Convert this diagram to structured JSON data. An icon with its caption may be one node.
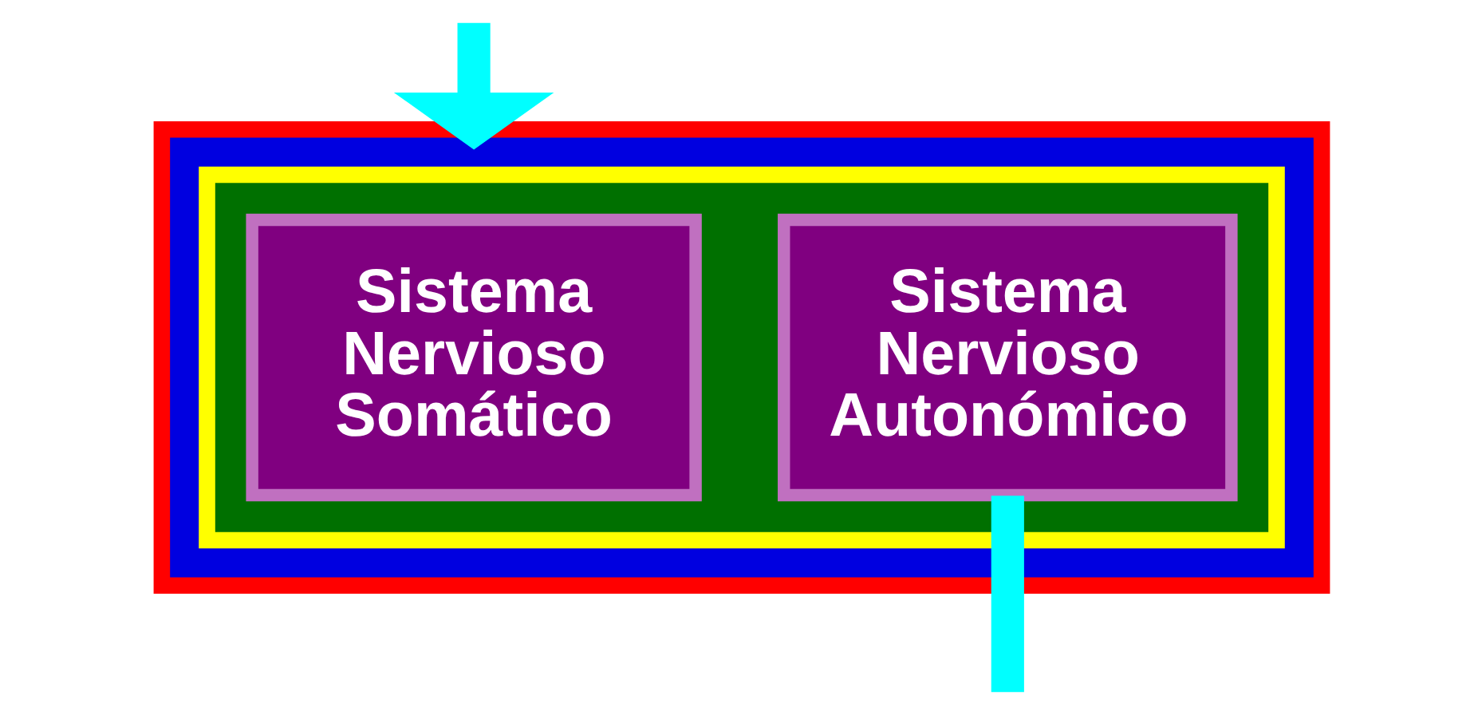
{
  "diagram": {
    "nodes": [
      {
        "text": [],
        "shape": "box"
      },
      {
        "text": [],
        "shape": "box",
        "in": 0
      },
      {
        "text": [
          "Sistema Nervioso Somático"
        ],
        "in": 1
      },
      {
        "text": [
          "Sistema Nervioso Autonómico"
        ],
        "in": 1
      }
    ],
    "edges": [
      {
        "from": null,
        "to": 0,
        "arrow": "to"
      },
      {
        "from": 3,
        "to": null,
        "arrow": "none"
      }
    ]
  }
}
